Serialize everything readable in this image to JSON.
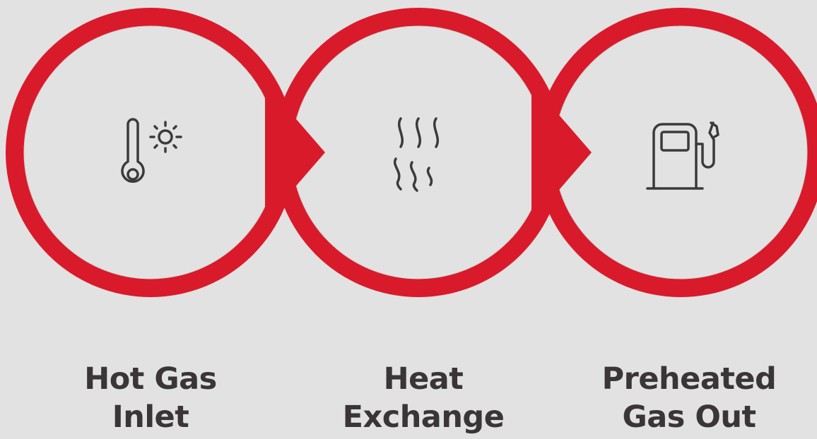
{
  "colors": {
    "background": "#e2e2e2",
    "ring": "#d91a2a",
    "ring_inner": "#e2e2e2",
    "icon_stroke": "#3b3b3b",
    "label_text": "#3a3536"
  },
  "steps": [
    {
      "label": "Hot Gas\nInlet",
      "icon": "thermometer-sun-icon"
    },
    {
      "label": "Heat\nExchange",
      "icon": "heat-waves-icon"
    },
    {
      "label": "Preheated\nGas Out",
      "icon": "fuel-pump-icon"
    }
  ]
}
